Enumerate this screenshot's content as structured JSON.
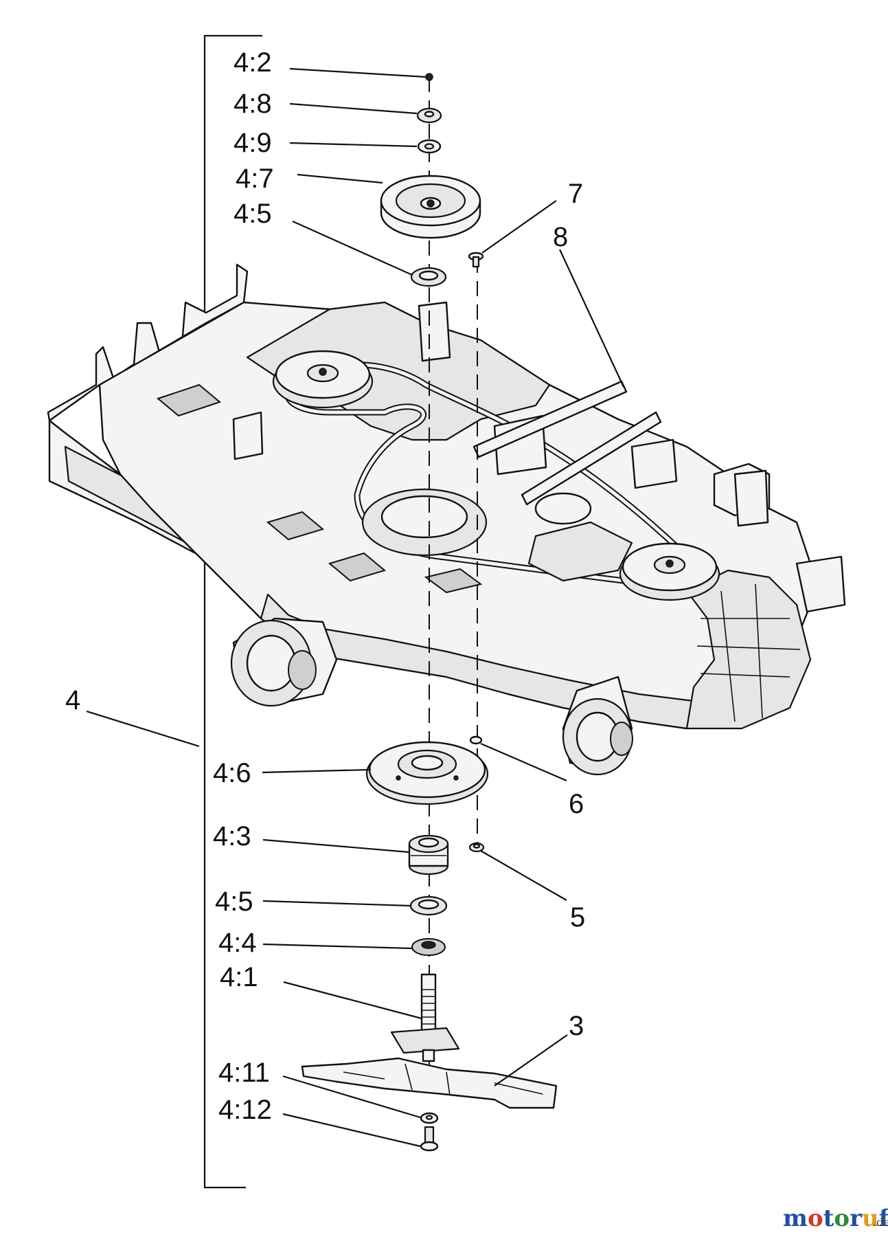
{
  "callouts": {
    "c_4_2": "4:2",
    "c_4_8": "4:8",
    "c_4_9": "4:9",
    "c_4_7": "4:7",
    "c_4_5_top": "4:5",
    "c_7": "7",
    "c_8": "8",
    "c_4": "4",
    "c_4_6": "4:6",
    "c_6": "6",
    "c_4_3": "4:3",
    "c_5": "5",
    "c_4_5_bottom": "4:5",
    "c_4_4": "4:4",
    "c_4_1": "4:1",
    "c_3": "3",
    "c_4_11": "4:11",
    "c_4_12": "4:12"
  },
  "watermark": {
    "brand_main": "motoruf",
    "brand_suffix": ".de"
  }
}
